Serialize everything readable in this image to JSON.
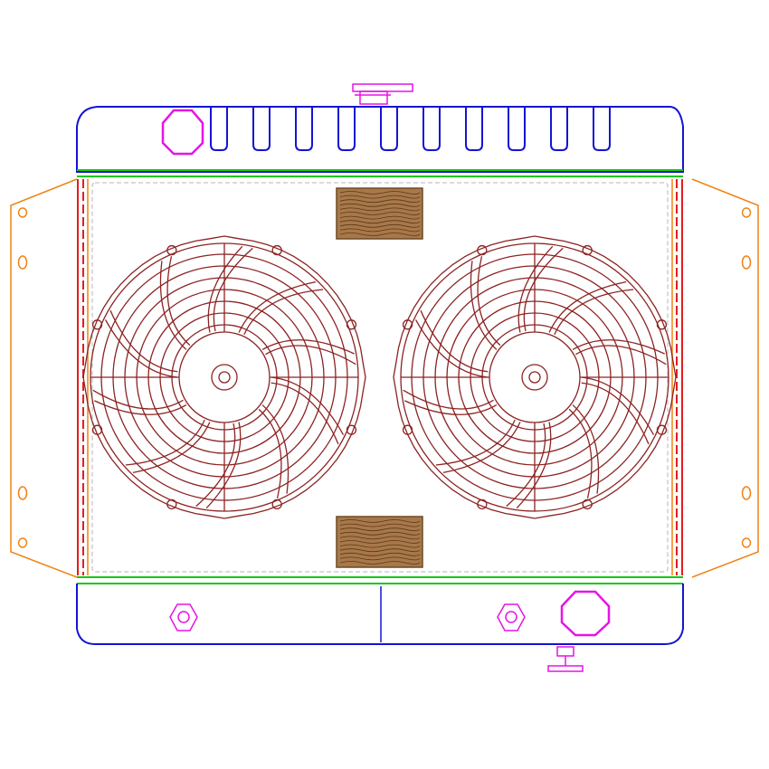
{
  "drawing": {
    "subject": "radiator-with-dual-electric-fans",
    "colors": {
      "tank_outline": "#1414d2",
      "core_bands": "#14c814",
      "side_brackets": "#f08214",
      "core_edges": "#e11e1e",
      "caps_and_fittings": "#e614e6",
      "fan_assembly": "#8c2323",
      "pads": "#a8784a"
    },
    "fan_count": 2,
    "fan_blade_count": 10,
    "fan_ring_count": 7,
    "top_tank_fin_slots": 10,
    "mounting_holes_per_side": 4,
    "pad_count": 2
  }
}
